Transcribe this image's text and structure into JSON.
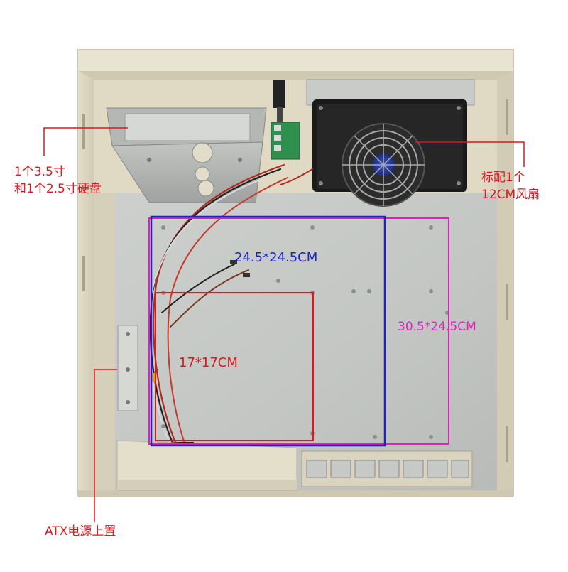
{
  "colors": {
    "callout_red": "#e0161f",
    "atx_board_blue": "#1a22c8",
    "large_board_magenta": "#e21fbd",
    "small_board_red": "#e0161f",
    "chassis_beige": "#dcd6c2",
    "tray_gray": "#c9ccc9"
  },
  "annotations": {
    "drive_bay": {
      "line1": "1个3.5寸",
      "line2": "和1个2.5寸硬盘"
    },
    "fan": {
      "line1": "标配1个",
      "line2": "12CM风扇"
    },
    "psu": {
      "text": "ATX电源上置"
    },
    "board_large": {
      "text": "30.5*24.5CM"
    },
    "board_medium": {
      "text": "24.5*24.5CM"
    },
    "board_small": {
      "text": "17*17CM"
    }
  },
  "icons": [
    "chassis-photo",
    "fan-icon",
    "hard-drive-cage-icon",
    "expansion-slot-icon",
    "cable-bundle-icon"
  ]
}
